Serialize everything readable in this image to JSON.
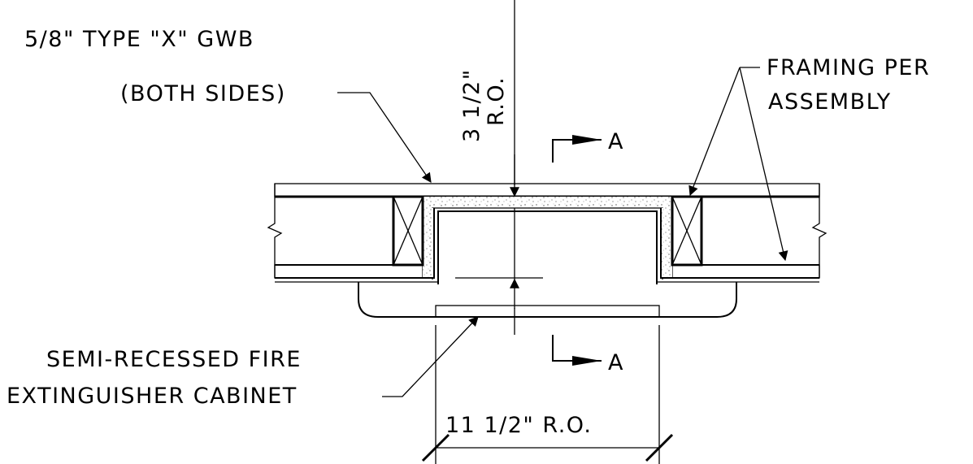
{
  "diagram": {
    "labels": {
      "gwb_line1": "5/8\" TYPE \"X\" GWB",
      "gwb_line2": "(BOTH SIDES)",
      "framing_line1": "FRAMING PER",
      "framing_line2": "ASSEMBLY",
      "cabinet_line1": "SEMI-RECESSED FIRE",
      "cabinet_line2": "EXTINGUISHER CABINET",
      "section_top": "A",
      "section_bottom": "A",
      "depth_dim_line1": "3 1/2\"",
      "depth_dim_line2": "R.O.",
      "width_dim": "11 1/2\" R.O."
    },
    "colors": {
      "line": "#000000",
      "background": "#ffffff",
      "gypsum_fill": "#ffffff",
      "speckle": "#555555"
    }
  }
}
